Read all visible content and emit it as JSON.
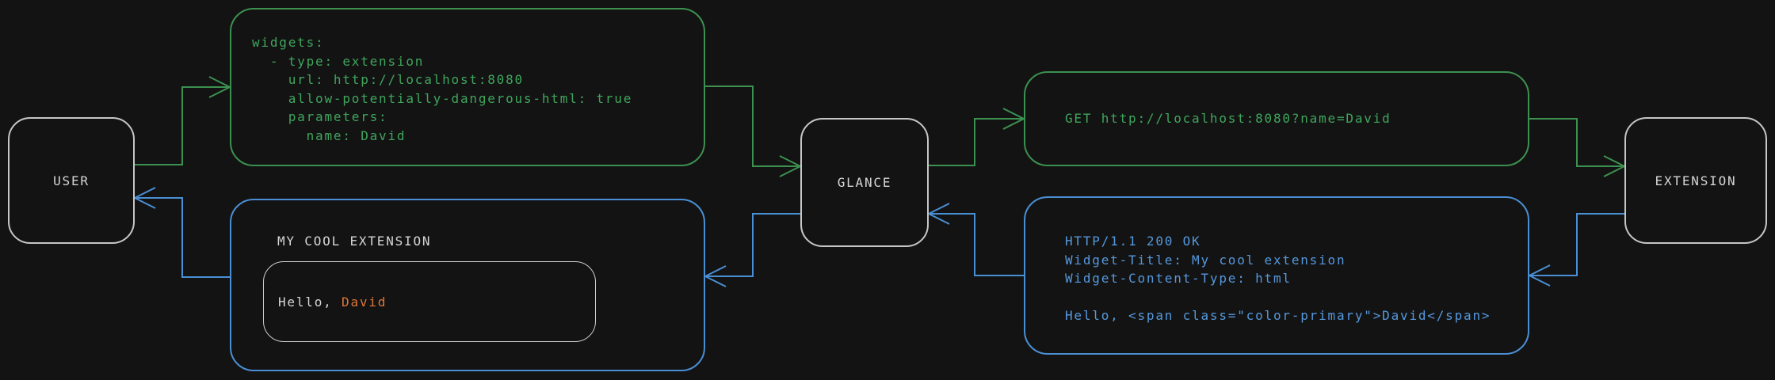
{
  "diagram": {
    "colors": {
      "bg": "#131313",
      "green": "#3c9150",
      "green_text": "#3fa65c",
      "blue": "#4a8fd4",
      "blue_text": "#5598dc",
      "orange": "#de7836",
      "gray_text": "#d6d6d6",
      "node_border": "#c6c6c6"
    },
    "nodes": {
      "user": {
        "label": "USER"
      },
      "glance": {
        "label": "GLANCE"
      },
      "extension": {
        "label": "EXTENSION"
      }
    },
    "config_box": {
      "lines": [
        "widgets:",
        "  - type: extension",
        "    url: http://localhost:8080",
        "    allow-potentially-dangerous-html: true",
        "    parameters:",
        "      name: David"
      ]
    },
    "widget_box": {
      "title": "MY COOL EXTENSION",
      "greeting_prefix": "Hello, ",
      "greeting_name": "David"
    },
    "request_box": {
      "line": "GET http://localhost:8080?name=David"
    },
    "response_box": {
      "lines": [
        "HTTP/1.1 200 OK",
        "Widget-Title: My cool extension",
        "Widget-Content-Type: html",
        "",
        "Hello, <span class=\"color-primary\">David</span>"
      ]
    }
  }
}
